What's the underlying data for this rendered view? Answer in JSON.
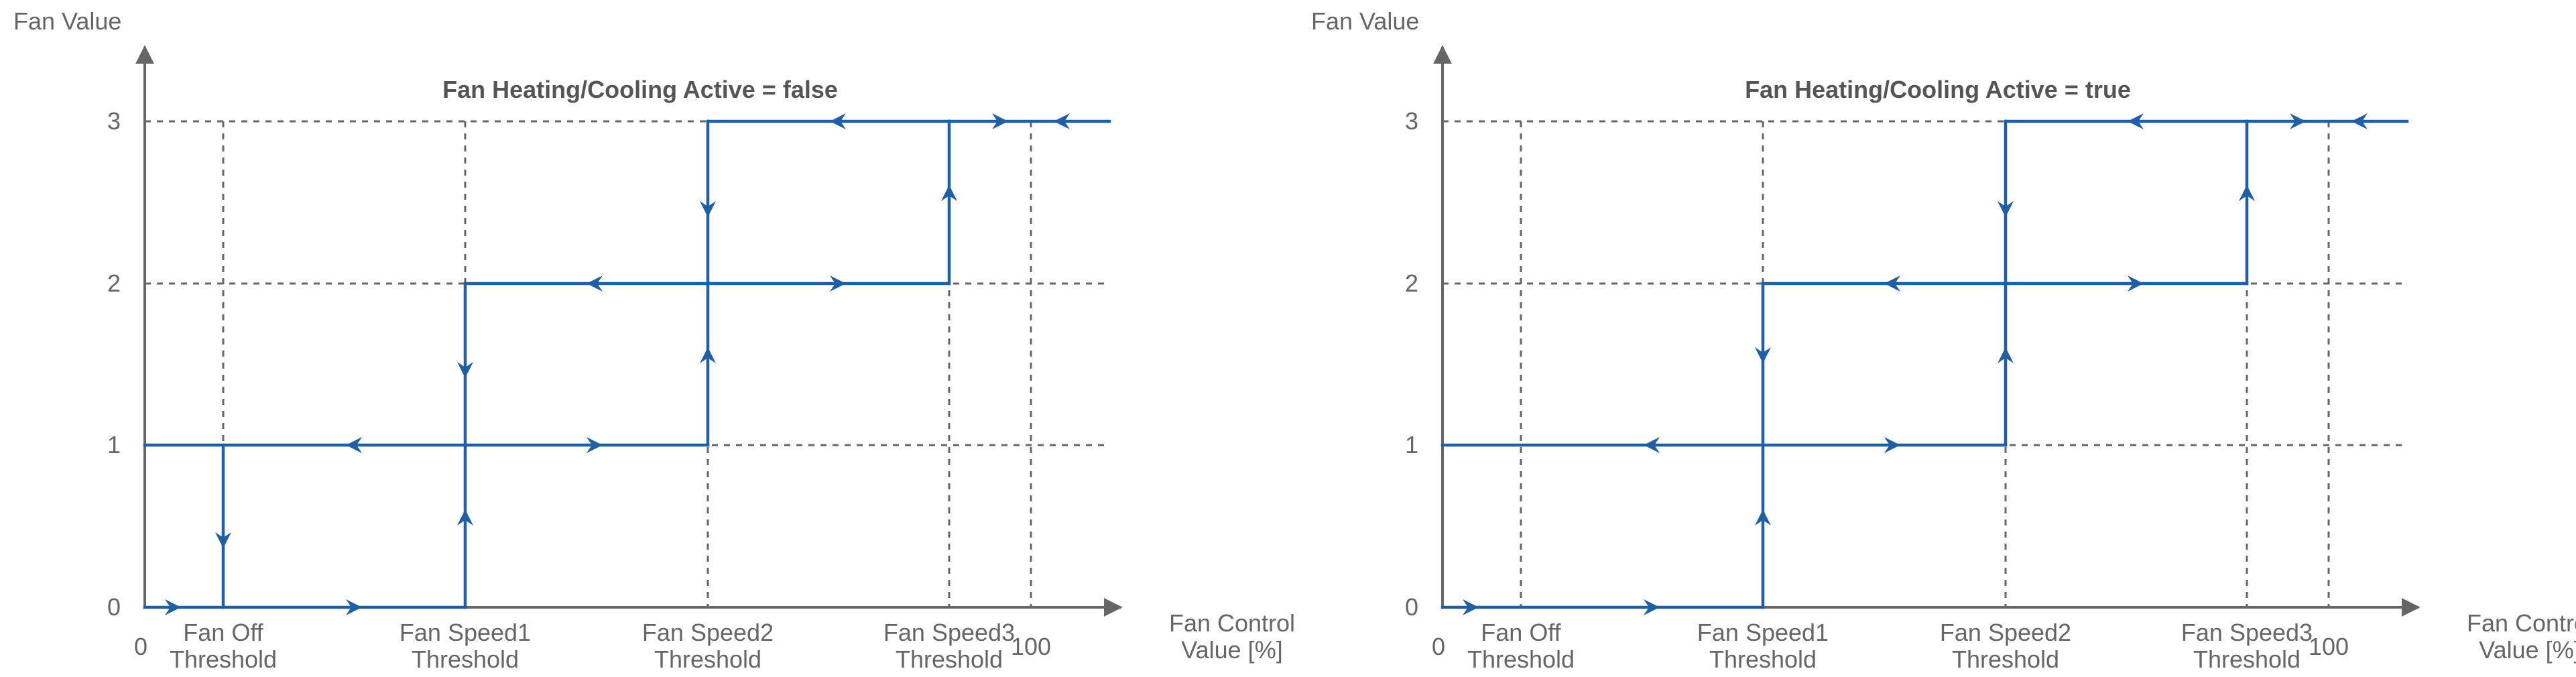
{
  "panels": [
    {
      "title": "Fan Heating/Cooling Active = false",
      "y_axis_label": "Fan Value",
      "x_axis_label": [
        "Fan Control",
        "Value [%]"
      ],
      "y_ticks": [
        "0",
        "1",
        "2",
        "3"
      ],
      "x_origin_label": "0",
      "x_end_label": "100",
      "thresholds": [
        [
          "Fan Off",
          "Threshold"
        ],
        [
          "Fan Speed1",
          "Threshold"
        ],
        [
          "Fan Speed2",
          "Threshold"
        ],
        [
          "Fan Speed3",
          "Threshold"
        ]
      ]
    },
    {
      "title": "Fan Heating/Cooling Active = true",
      "y_axis_label": "Fan Value",
      "x_axis_label": [
        "Fan Control",
        "Value [%]"
      ],
      "y_ticks": [
        "0",
        "1",
        "2",
        "3"
      ],
      "x_origin_label": "0",
      "x_end_label": "100",
      "thresholds": [
        [
          "Fan Off",
          "Threshold"
        ],
        [
          "Fan Speed1",
          "Threshold"
        ],
        [
          "Fan Speed2",
          "Threshold"
        ],
        [
          "Fan Speed3",
          "Threshold"
        ]
      ]
    }
  ],
  "colors": {
    "trace": "#1f5fa3",
    "axis": "#666666",
    "text": "#666666",
    "title": "#555555"
  }
}
